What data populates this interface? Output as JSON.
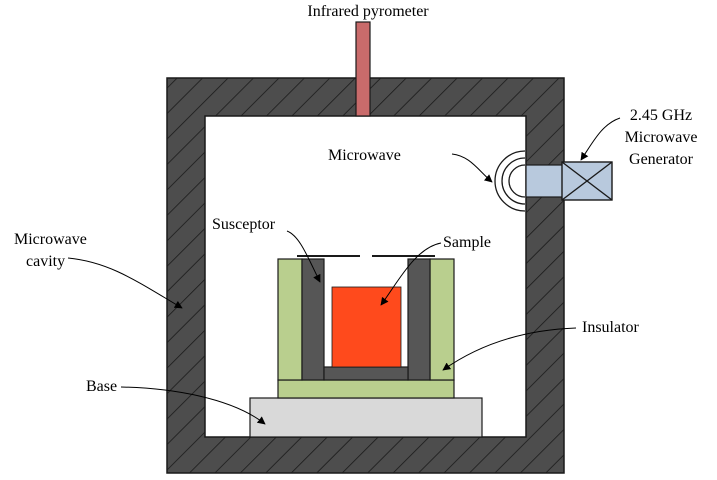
{
  "labels": {
    "pyrometer": "Infrared pyrometer",
    "generator_line1": "2.45 GHz",
    "generator_line2": "Microwave",
    "generator_line3": "Generator",
    "microwave": "Microwave",
    "susceptor": "Susceptor",
    "sample": "Sample",
    "cavity_line1": "Microwave",
    "cavity_line2": "cavity",
    "insulator": "Insulator",
    "base": "Base"
  },
  "colors": {
    "cavity_wall": "#4d4d4d",
    "pyrometer": "#c96b6b",
    "waveguide": "#b8c9dd",
    "insulator": "#b9cf8e",
    "susceptor": "#565656",
    "sample": "#ff4a1c",
    "base": "#d9d9d9"
  }
}
